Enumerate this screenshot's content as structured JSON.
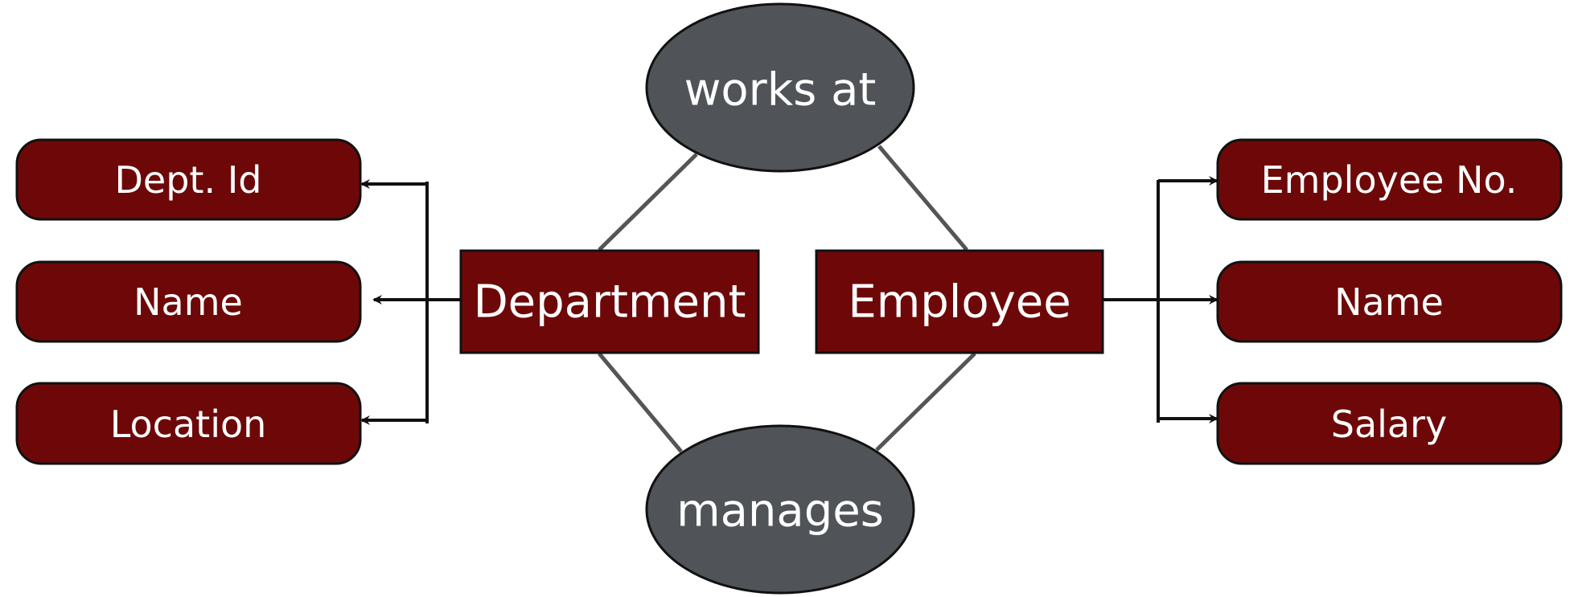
{
  "relationships": {
    "works_at": "works at",
    "manages": "manages"
  },
  "entities": {
    "department": "Department",
    "employee": "Employee"
  },
  "department_attributes": {
    "dept_id": "Dept. Id",
    "name": "Name",
    "location": "Location"
  },
  "employee_attributes": {
    "employee_no": "Employee No.",
    "name": "Name",
    "salary": "Salary"
  },
  "colors": {
    "entity_fill": "#6e0808",
    "relationship_fill": "#505357",
    "text": "#ffffff"
  }
}
